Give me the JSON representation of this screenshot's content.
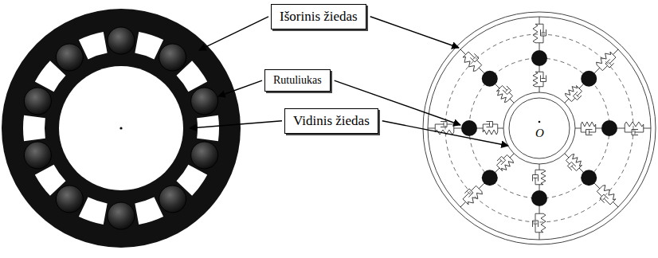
{
  "diagram": {
    "nodes": [
      {
        "text": [
          "Išorinis žiedas"
        ]
      },
      {
        "text": [
          "Rutuliukas"
        ]
      },
      {
        "text": [
          "Vidinis žiedas"
        ]
      }
    ],
    "labels": [
      "O"
    ]
  }
}
